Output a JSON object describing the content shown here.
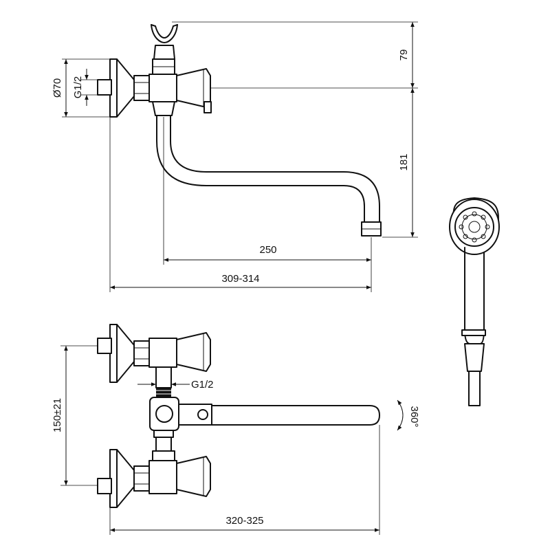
{
  "dimensions": {
    "dim_79": "79",
    "dim_181": "181",
    "dim_250": "250",
    "dim_309_314": "309-314",
    "dim_diameter_70": "Ø70",
    "dim_thread_top": "G1/2",
    "dim_thread_bottom": "G1/2",
    "dim_150": "150±21",
    "dim_320_325": "320-325",
    "rotation": "360°"
  }
}
